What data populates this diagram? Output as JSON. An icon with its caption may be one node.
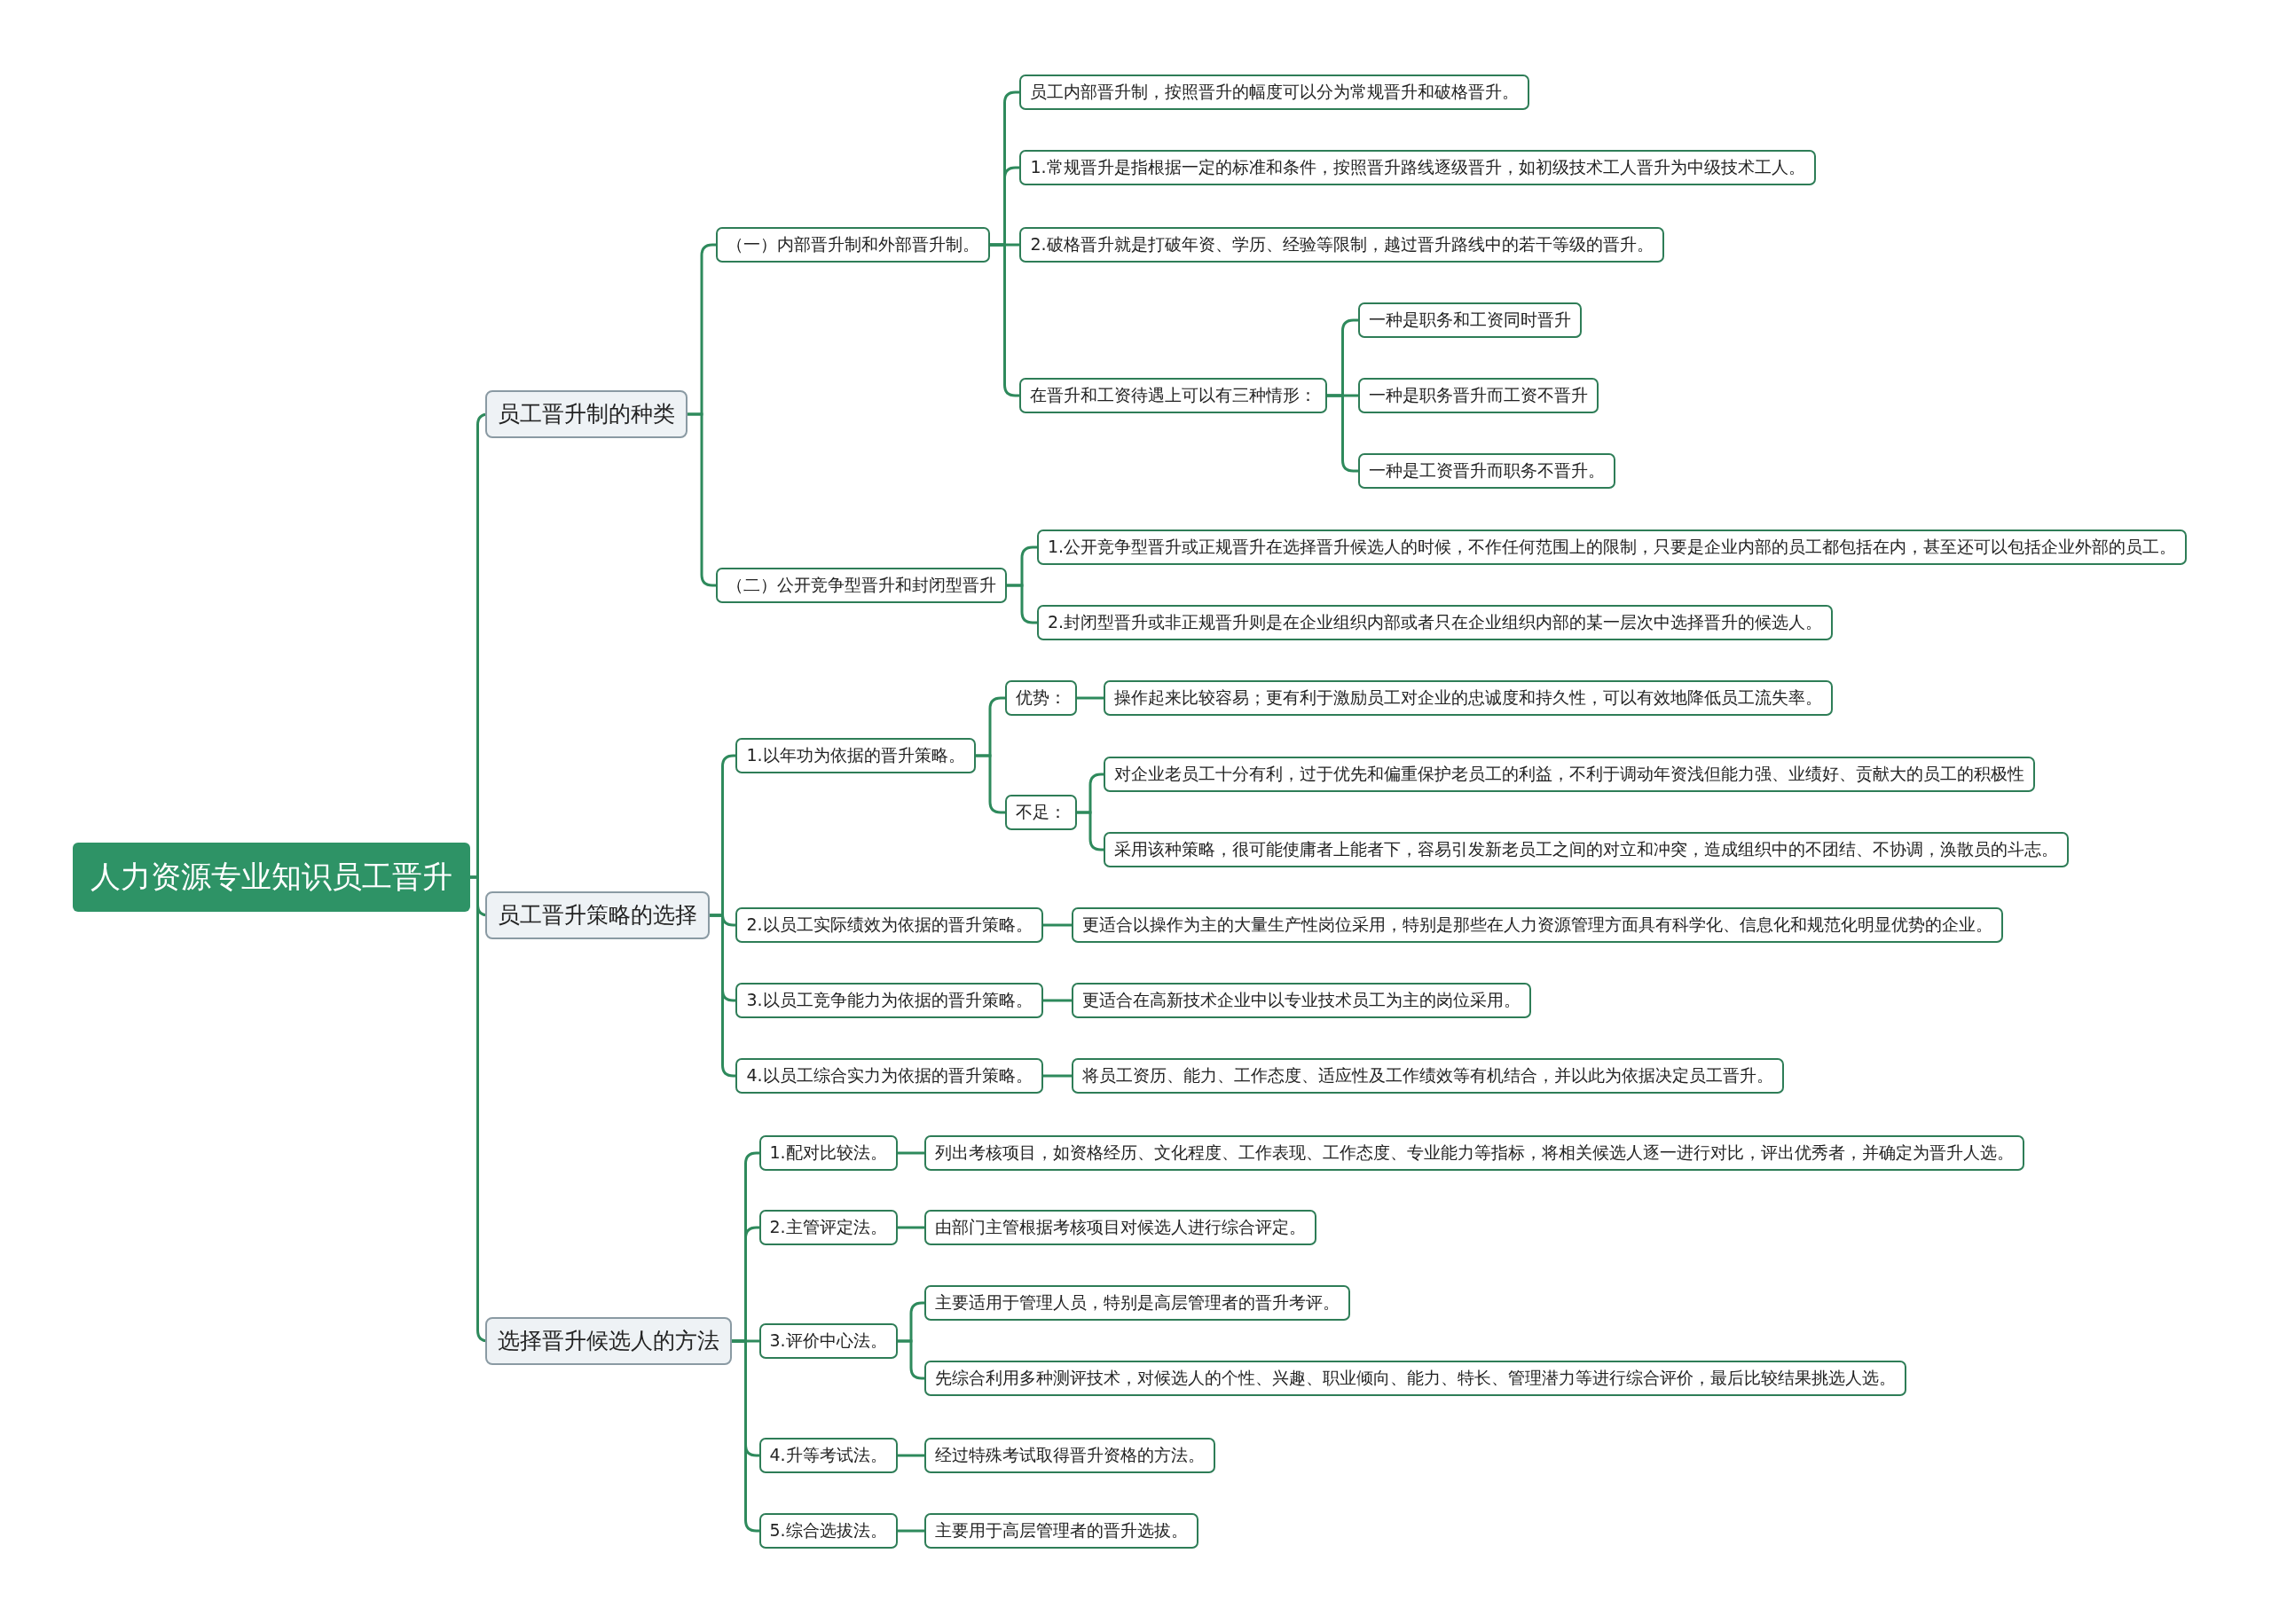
{
  "diagram": {
    "nodes": [
      {
        "text": [
          "人力资源专业知识员工晋升"
        ]
      },
      {
        "text": [
          "员工晋升制的种类"
        ]
      },
      {
        "text": [
          "（一）内部晋升制和外部晋升制。"
        ]
      },
      {
        "text": [
          "员工内部晋升制，按照晋升的幅度可以分为常规晋升和破格晋升。"
        ]
      },
      {
        "text": [
          "1.常规晋升是指根据一定的标准和条件，按照晋升路线逐级晋升，如初级技术工人晋升为中级技术工人。"
        ]
      },
      {
        "text": [
          "2.破格晋升就是打破年资、学历、经验等限制，越过晋升路线中的若干等级的晋升。"
        ]
      },
      {
        "text": [
          "在晋升和工资待遇上可以有三种情形："
        ]
      },
      {
        "text": [
          "一种是职务和工资同时晋升"
        ]
      },
      {
        "text": [
          "一种是职务晋升而工资不晋升"
        ]
      },
      {
        "text": [
          "一种是工资晋升而职务不晋升。"
        ]
      },
      {
        "text": [
          "（二）公开竞争型晋升和封闭型晋升"
        ]
      },
      {
        "text": [
          "1.公开竞争型晋升或正规晋升在选择晋升候选人的时候，不作任何范围上的限制，只要是企业内部的员工都包括在内，甚至还可以包括企业外部的员工。"
        ]
      },
      {
        "text": [
          "2.封闭型晋升或非正规晋升则是在企业组织内部或者只在企业组织内部的某一层次中选择晋升的候选人。"
        ]
      },
      {
        "text": [
          "员工晋升策略的选择"
        ]
      },
      {
        "text": [
          "1.以年功为依据的晋升策略。"
        ]
      },
      {
        "text": [
          "优势："
        ]
      },
      {
        "text": [
          "操作起来比较容易；更有利于激励员工对企业的忠诚度和持久性，可以有效地降低员工流失率。"
        ]
      },
      {
        "text": [
          "不足："
        ]
      },
      {
        "text": [
          "对企业老员工十分有利，过于优先和偏重保护老员工的利益，不利于调动年资浅但能力强、业绩好、贡献大的员工的积极性"
        ]
      },
      {
        "text": [
          "采用该种策略，很可能使庸者上能者下，容易引发新老员工之间的对立和冲突，造成组织中的不团结、不协调，涣散员的斗志。"
        ]
      },
      {
        "text": [
          "2.以员工实际绩效为依据的晋升策略。"
        ]
      },
      {
        "text": [
          "更适合以操作为主的大量生产性岗位采用，特别是那些在人力资源管理方面具有科学化、信息化和规范化明显优势的企业。"
        ]
      },
      {
        "text": [
          "3.以员工竞争能力为依据的晋升策略。"
        ]
      },
      {
        "text": [
          "更适合在高新技术企业中以专业技术员工为主的岗位采用。"
        ]
      },
      {
        "text": [
          "4.以员工综合实力为依据的晋升策略。"
        ]
      },
      {
        "text": [
          "将员工资历、能力、工作态度、适应性及工作绩效等有机结合，并以此为依据决定员工晋升。"
        ]
      },
      {
        "text": [
          "选择晋升候选人的方法"
        ]
      },
      {
        "text": [
          "1.配对比较法。"
        ]
      },
      {
        "text": [
          "列出考核项目，如资格经历、文化程度、工作表现、工作态度、专业能力等指标，将相关候选人逐一进行对比，评出优秀者，并确定为晋升人选。"
        ]
      },
      {
        "text": [
          "2.主管评定法。"
        ]
      },
      {
        "text": [
          "由部门主管根据考核项目对候选人进行综合评定。"
        ]
      },
      {
        "text": [
          "3.评价中心法。"
        ]
      },
      {
        "text": [
          "主要适用于管理人员，特别是高层管理者的晋升考评。"
        ]
      },
      {
        "text": [
          "先综合利用多种测评技术，对候选人的个性、兴趣、职业倾向、能力、特长、管理潜力等进行综合评价，最后比较结果挑选人选。"
        ]
      },
      {
        "text": [
          "4.升等考试法。"
        ]
      },
      {
        "text": [
          "经过特殊考试取得晋升资格的方法。"
        ]
      },
      {
        "text": [
          "5.综合选拔法。"
        ]
      },
      {
        "text": [
          "主要用于高层管理者的晋升选拔。"
        ]
      }
    ],
    "edges": [
      {
        "from": 0,
        "to": 1,
        "arrow": "none"
      },
      {
        "from": 1,
        "to": 2,
        "arrow": "none"
      },
      {
        "from": 2,
        "to": 3,
        "arrow": "none"
      },
      {
        "from": 2,
        "to": 4,
        "arrow": "none"
      },
      {
        "from": 2,
        "to": 5,
        "arrow": "none"
      },
      {
        "from": 2,
        "to": 6,
        "arrow": "none"
      },
      {
        "from": 6,
        "to": 7,
        "arrow": "none"
      },
      {
        "from": 6,
        "to": 8,
        "arrow": "none"
      },
      {
        "from": 6,
        "to": 9,
        "arrow": "none"
      },
      {
        "from": 1,
        "to": 10,
        "arrow": "none"
      },
      {
        "from": 10,
        "to": 11,
        "arrow": "none"
      },
      {
        "from": 10,
        "to": 12,
        "arrow": "none"
      },
      {
        "from": 0,
        "to": 13,
        "arrow": "none"
      },
      {
        "from": 13,
        "to": 14,
        "arrow": "none"
      },
      {
        "from": 14,
        "to": 15,
        "arrow": "none"
      },
      {
        "from": 15,
        "to": 16,
        "arrow": "none"
      },
      {
        "from": 14,
        "to": 17,
        "arrow": "none"
      },
      {
        "from": 17,
        "to": 18,
        "arrow": "none"
      },
      {
        "from": 17,
        "to": 19,
        "arrow": "none"
      },
      {
        "from": 13,
        "to": 20,
        "arrow": "none"
      },
      {
        "from": 20,
        "to": 21,
        "arrow": "none"
      },
      {
        "from": 13,
        "to": 22,
        "arrow": "none"
      },
      {
        "from": 22,
        "to": 23,
        "arrow": "none"
      },
      {
        "from": 13,
        "to": 24,
        "arrow": "none"
      },
      {
        "from": 24,
        "to": 25,
        "arrow": "none"
      },
      {
        "from": 0,
        "to": 26,
        "arrow": "none"
      },
      {
        "from": 26,
        "to": 27,
        "arrow": "none"
      },
      {
        "from": 27,
        "to": 28,
        "arrow": "none"
      },
      {
        "from": 26,
        "to": 29,
        "arrow": "none"
      },
      {
        "from": 29,
        "to": 30,
        "arrow": "none"
      },
      {
        "from": 26,
        "to": 31,
        "arrow": "none"
      },
      {
        "from": 31,
        "to": 32,
        "arrow": "none"
      },
      {
        "from": 31,
        "to": 33,
        "arrow": "none"
      },
      {
        "from": 26,
        "to": 34,
        "arrow": "none"
      },
      {
        "from": 34,
        "to": 35,
        "arrow": "none"
      },
      {
        "from": 26,
        "to": 36,
        "arrow": "none"
      },
      {
        "from": 36,
        "to": 37,
        "arrow": "none"
      }
    ]
  }
}
